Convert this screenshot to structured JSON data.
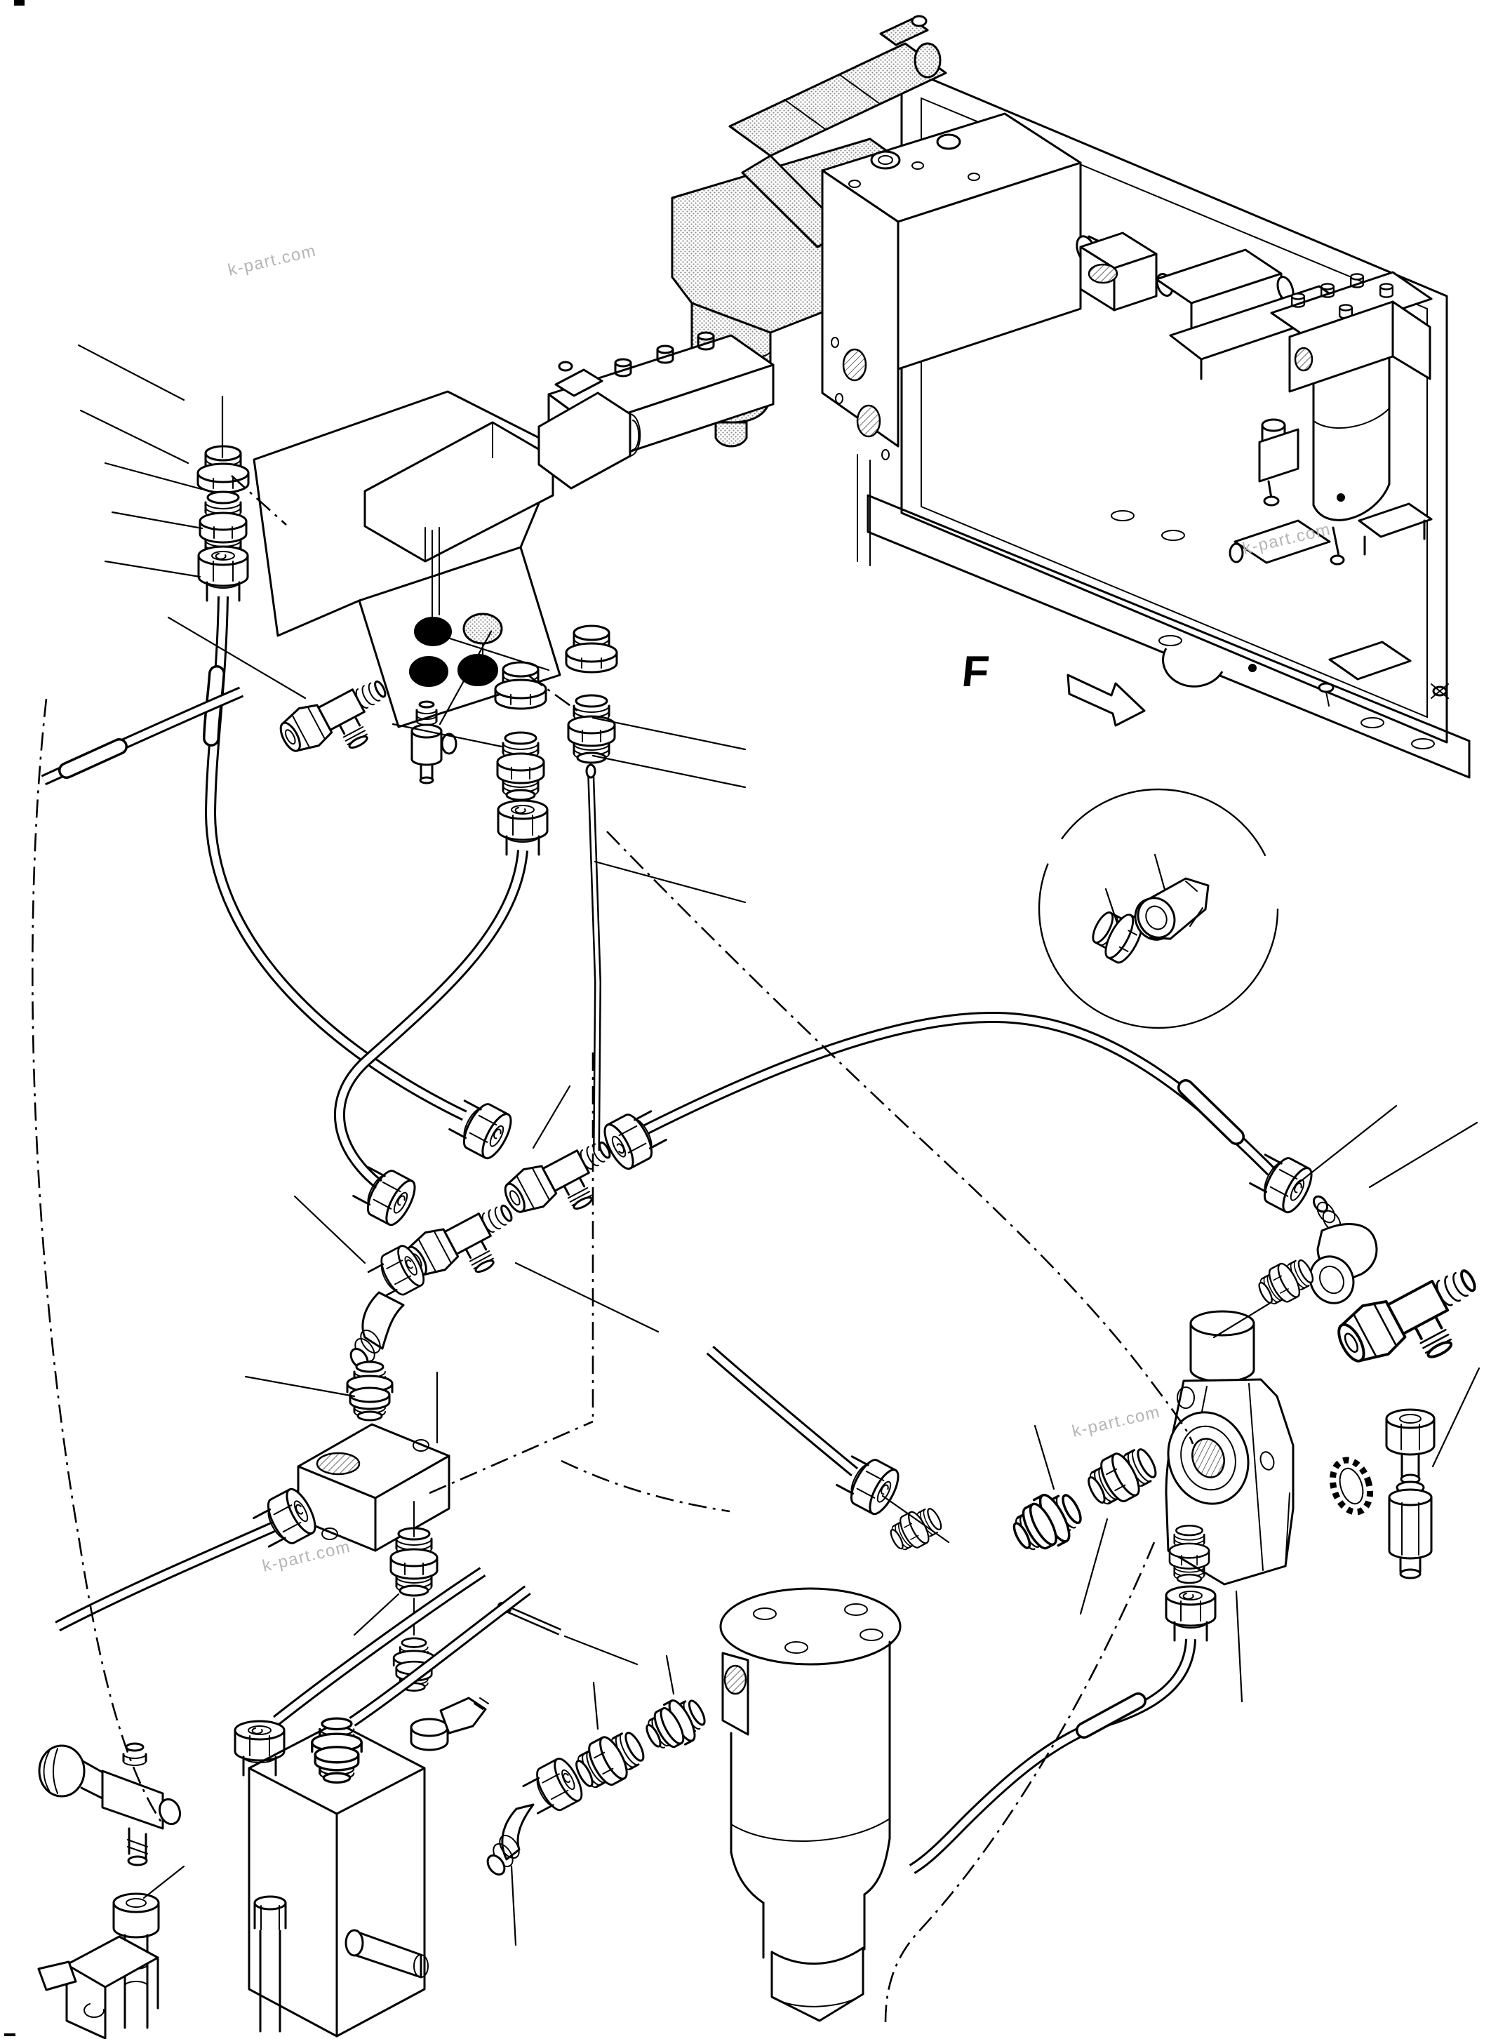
{
  "view_label": {
    "text": "F"
  },
  "watermarks": [
    {
      "text": "k-part.com"
    },
    {
      "text": "k-part.com"
    },
    {
      "text": "k-part.com"
    },
    {
      "text": "k-part.com"
    }
  ],
  "colors": {
    "background": "#ffffff",
    "line": "#000000",
    "watermark": "#b5b5b5",
    "port_fill": "#000000",
    "stipple_dot": "#8f8f8f"
  },
  "icons": {
    "view_direction_arrow": "outlined-arrow-right-down",
    "port_black": "filled-ellipse",
    "port_shaded": "stippled-ellipse"
  }
}
